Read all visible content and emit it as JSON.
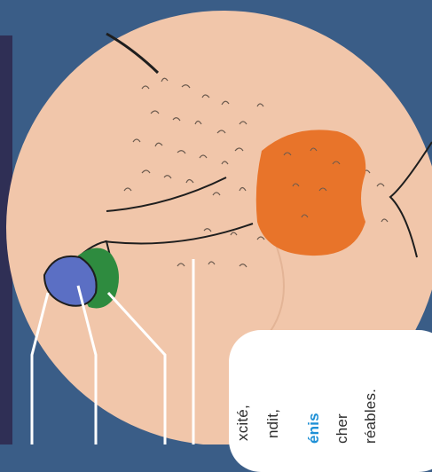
{
  "colors": {
    "background": "#3a5d87",
    "left_band": "#2f2f55",
    "skin": "#f1c6aa",
    "outline": "#1e1e1e",
    "glans": "#5b6fc4",
    "foreskin": "#2e8b3f",
    "anus": "#e8742a",
    "leader_lines": "#ffffff",
    "card": "#ffffff",
    "accent_text": "#1e90d6"
  },
  "caption": {
    "lines": [
      "xcité,",
      "ndit,",
      "énis",
      "cher",
      "réables."
    ]
  }
}
